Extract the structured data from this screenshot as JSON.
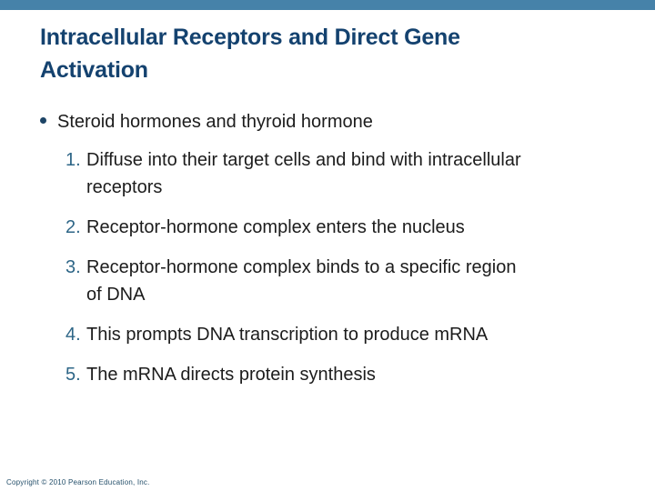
{
  "slide": {
    "accent_bar_color": "#4682a9",
    "title": {
      "text": "Intracellular Receptors and Direct Gene\nActivation",
      "color": "#14426f"
    },
    "bullet": {
      "label": "Steroid hormones and thyroid hormone",
      "dot_color": "#1d4466"
    },
    "list": {
      "number_color": "#2e6687",
      "items": [
        {
          "number": "1.",
          "text": "Diffuse into their target cells and bind with intracellular\nreceptors"
        },
        {
          "number": "2.",
          "text": "Receptor-hormone complex enters the nucleus"
        },
        {
          "number": "3.",
          "text": "Receptor-hormone complex binds to a specific region\nof DNA"
        },
        {
          "number": "4.",
          "text": "This prompts DNA transcription to produce mRNA"
        },
        {
          "number": "5.",
          "text": "The mRNA directs protein synthesis"
        }
      ]
    },
    "footer": {
      "copyright": "Copyright © 2010 Pearson Education, Inc."
    }
  }
}
